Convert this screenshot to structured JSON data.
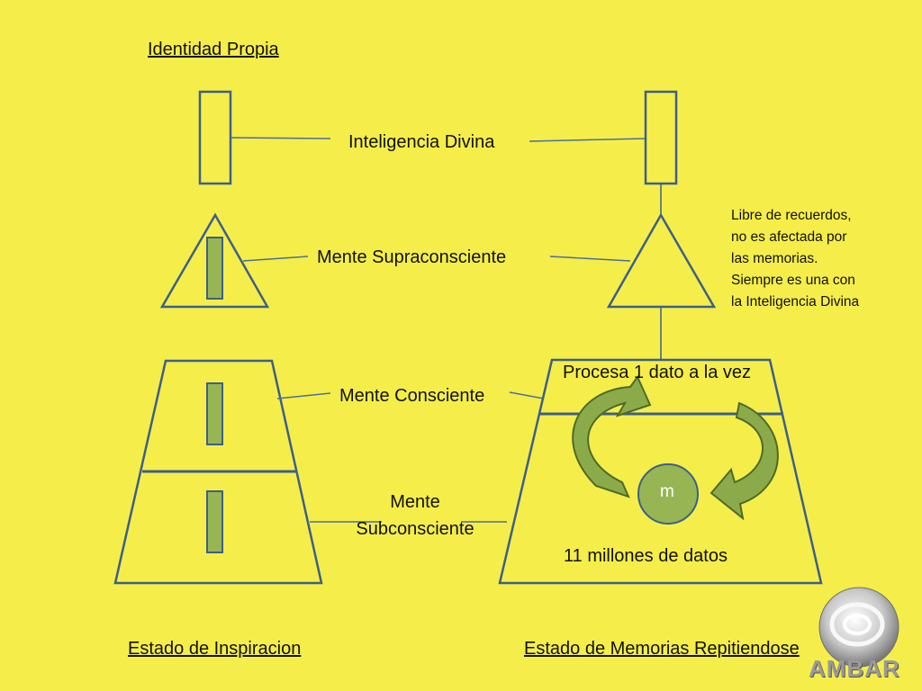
{
  "title": "Identidad Propia",
  "labels": {
    "inteligencia": "Inteligencia Divina",
    "supraconsciente": "Mente Supraconsciente",
    "consciente": "Mente Consciente",
    "subconsciente_line1": "Mente",
    "subconsciente_line2": "Subconsciente"
  },
  "note": {
    "line1": "Libre de recuerdos,",
    "line2": "no es afectada por",
    "line3": "las memorias.",
    "line4": "Siempre es una con",
    "line5": "la Inteligencia Divina"
  },
  "right_diagram": {
    "procesa": "Procesa 1 dato a la vez",
    "memory_symbol": "m",
    "millones": "11 millones de datos"
  },
  "captions": {
    "left": "Estado de Inspiracion",
    "right": "Estado de Memorias Repitiendose"
  },
  "logo": {
    "text": "AMBAR"
  },
  "colors": {
    "background": "#f5ee4a",
    "outline": "#3d5f8a",
    "green_fill": "#97b653",
    "green_stroke": "#4e6a2a",
    "arrow_fill": "#8bab4a"
  }
}
